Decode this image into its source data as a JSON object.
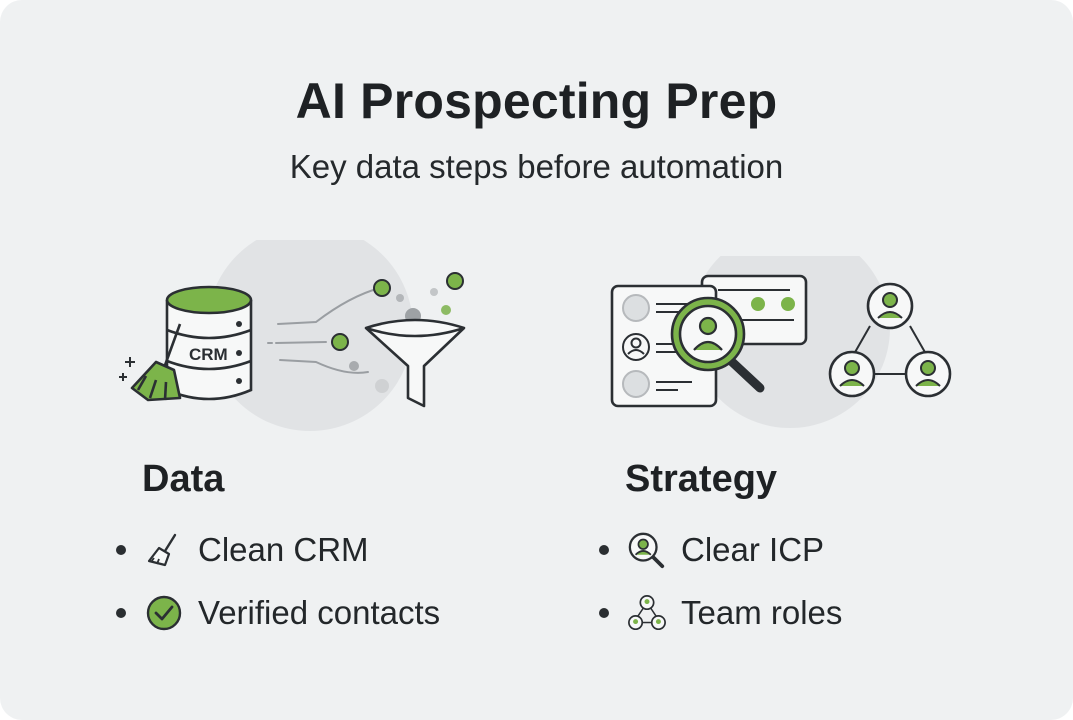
{
  "header": {
    "title": "AI Prospecting Prep",
    "subtitle": "Key data steps before automation"
  },
  "illustrations": {
    "crm_label": "CRM"
  },
  "colors": {
    "accent": "#7cb44a",
    "ink": "#2b2f33",
    "background": "#eff1f2",
    "halo": "#e1e3e5"
  },
  "sections": [
    {
      "title": "Data",
      "items": [
        {
          "label": "Clean CRM",
          "icon": "broom-icon"
        },
        {
          "label": "Verified contacts",
          "icon": "check-circle-icon"
        }
      ]
    },
    {
      "title": "Strategy",
      "items": [
        {
          "label": "Clear ICP",
          "icon": "search-person-icon"
        },
        {
          "label": "Team roles",
          "icon": "team-network-icon"
        }
      ]
    }
  ]
}
